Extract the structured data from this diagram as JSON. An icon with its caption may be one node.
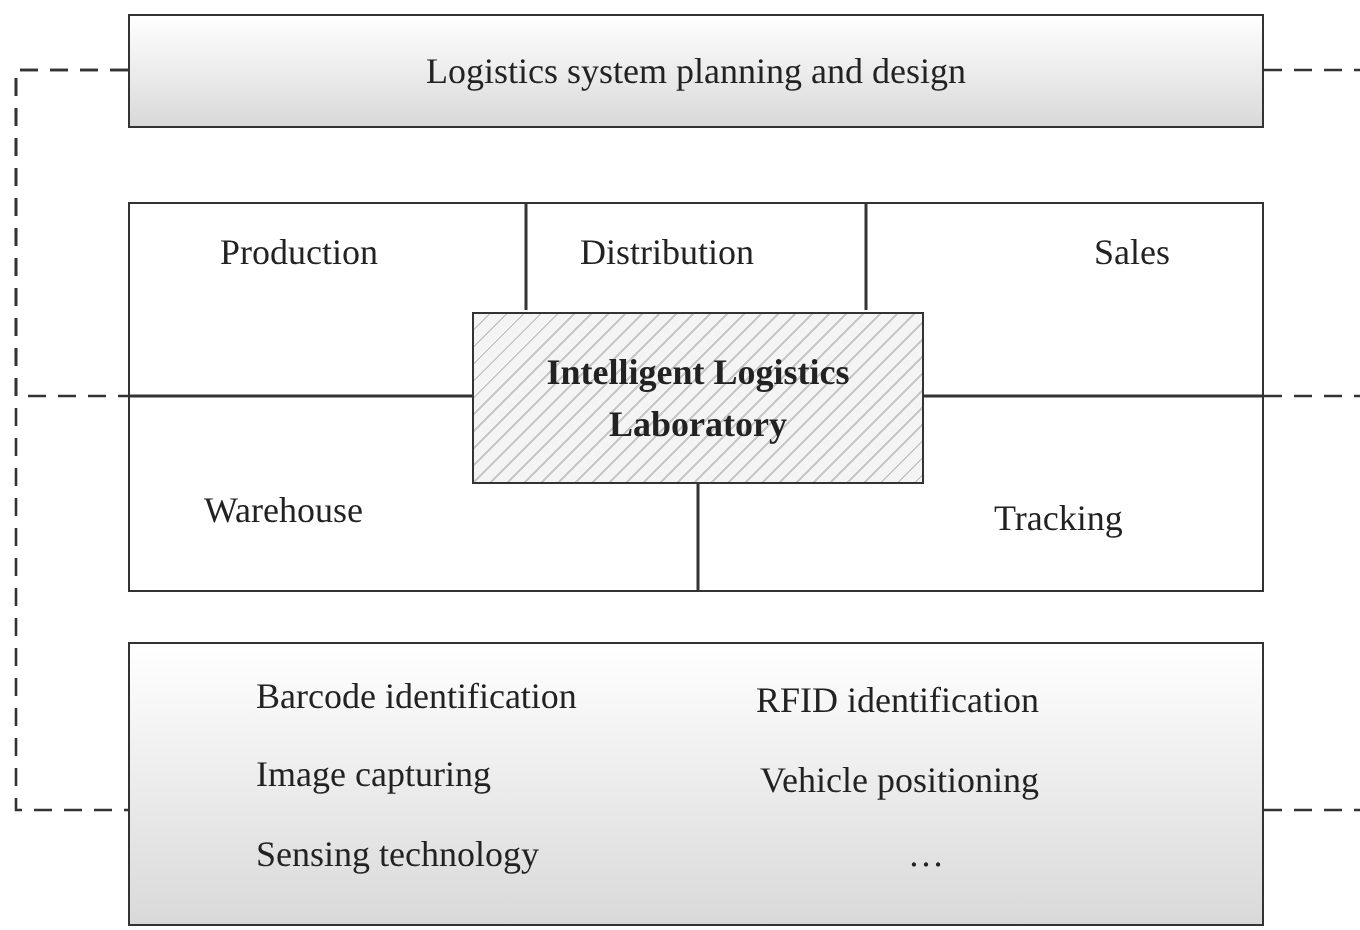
{
  "diagram": {
    "nodes": [
      {
        "text": [
          "Logistics system planning and design"
        ]
      },
      {
        "text": [],
        "shape": "box"
      },
      {
        "text": [
          "Production"
        ],
        "in": 1
      },
      {
        "text": [
          "Distribution"
        ],
        "in": 1
      },
      {
        "text": [
          "Sales"
        ],
        "in": 1
      },
      {
        "text": [
          "Warehouse"
        ],
        "in": 1
      },
      {
        "text": [
          "Tracking"
        ],
        "in": 1
      },
      {
        "text": [
          "Intelligent Logistics Laboratory"
        ],
        "in": 1
      },
      {
        "text": [
          "Barcode identification",
          "RFID identification",
          "Image capturing",
          "Vehicle positioning",
          "Sensing technology",
          "…"
        ]
      }
    ],
    "edges": [
      {
        "from": 0,
        "to": 1,
        "arrow": "none",
        "style": "dashed"
      },
      {
        "from": 0,
        "to": 8,
        "arrow": "none",
        "style": "dashed"
      },
      {
        "from": 0,
        "to": null,
        "arrow": "none",
        "style": "dashed"
      },
      {
        "from": 1,
        "to": null,
        "arrow": "none",
        "style": "dashed"
      },
      {
        "from": 8,
        "to": null,
        "arrow": "none",
        "style": "dashed"
      }
    ]
  }
}
